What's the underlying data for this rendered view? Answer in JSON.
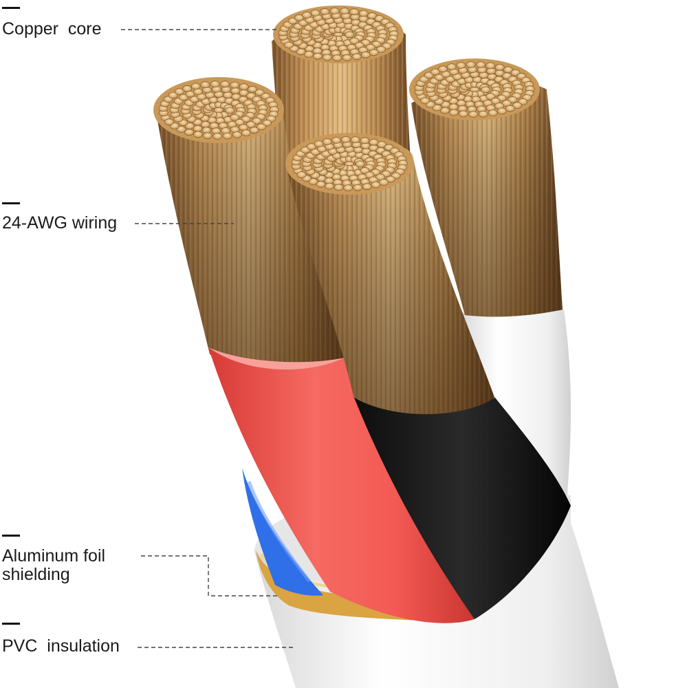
{
  "labels": {
    "copper_core": "Copper  core",
    "awg_wiring": "24-AWG wiring",
    "foil_line1": "Aluminum foil",
    "foil_line2": "shielding",
    "pvc": "PVC  insulation"
  },
  "colors": {
    "copper_light": "#e8c58a",
    "copper_mid": "#b98a4e",
    "copper_dark": "#6e4a25",
    "red_jacket": "#f0554f",
    "black_jacket": "#141414",
    "blue_jacket": "#2f6fe8",
    "white_jacket": "#f2f2f2",
    "foil": "#d9a441",
    "text": "#1a1a1a"
  }
}
